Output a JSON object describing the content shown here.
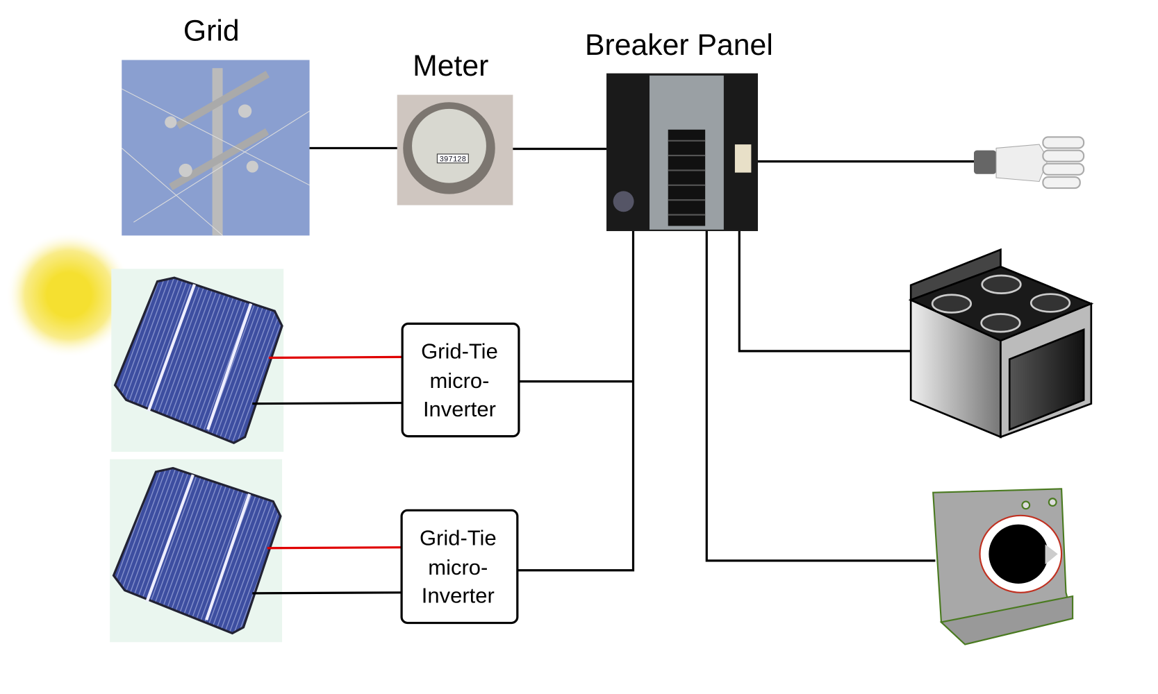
{
  "labels": {
    "grid": "Grid",
    "meter": "Meter",
    "breaker_panel": "Breaker Panel"
  },
  "meter_reading": "397128",
  "inverters": [
    {
      "line1": "Grid-Tie",
      "line2": "micro-",
      "line3": "Inverter"
    },
    {
      "line1": "Grid-Tie",
      "line2": "micro-",
      "line3": "Inverter"
    }
  ],
  "colors": {
    "dc_positive_wire": "#e00000",
    "wire": "#000000",
    "sky": "#8a9fd0",
    "solar_cell": "#3a4a9a",
    "sun": "#f5e030"
  },
  "icons": [
    "utility-pole-photo",
    "electric-meter-photo",
    "breaker-panel-photo",
    "sun-icon",
    "solar-panel-photo",
    "cfl-bulb-icon",
    "stove-icon",
    "washing-machine-icon"
  ]
}
